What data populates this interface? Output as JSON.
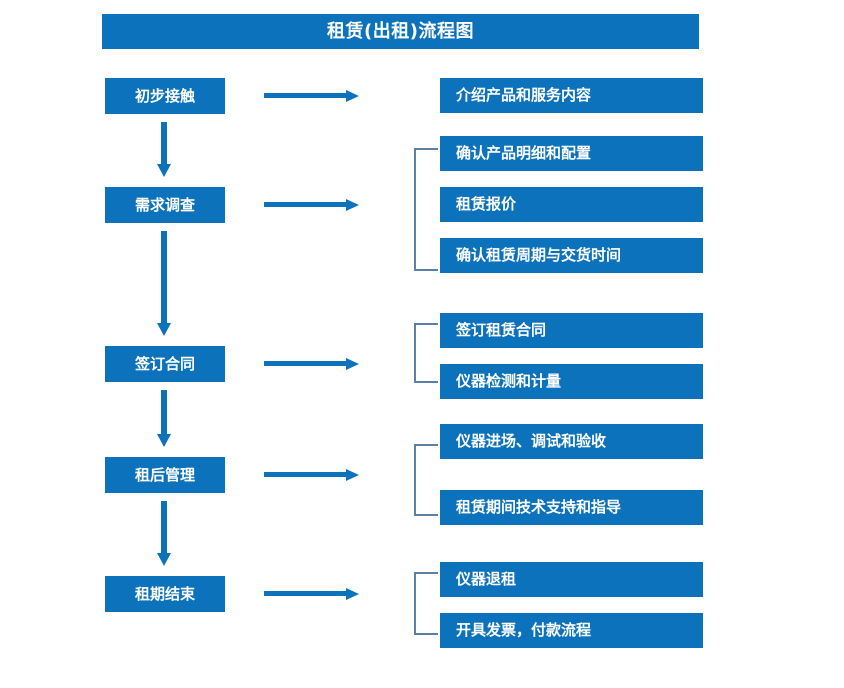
{
  "diagram": {
    "title": "租赁(出租)流程图",
    "colors": {
      "box_blue": "#0d72bc",
      "arrow_blue": "#0d72bc",
      "bracket_gray_blue": "#5b7fa6",
      "text_white": "#ffffff",
      "background": "#ffffff"
    },
    "stages": [
      {
        "id": "stage-1",
        "label": "初步接触"
      },
      {
        "id": "stage-2",
        "label": "需求调查"
      },
      {
        "id": "stage-3",
        "label": "签订合同"
      },
      {
        "id": "stage-4",
        "label": "租后管理"
      },
      {
        "id": "stage-5",
        "label": "租期结束"
      }
    ],
    "details": [
      {
        "id": "detail-1-1",
        "stage": "初步接触",
        "label": "介绍产品和服务内容"
      },
      {
        "id": "detail-2-1",
        "stage": "需求调查",
        "label": "确认产品明细和配置"
      },
      {
        "id": "detail-2-2",
        "stage": "需求调查",
        "label": "租赁报价"
      },
      {
        "id": "detail-2-3",
        "stage": "需求调查",
        "label": "确认租赁周期与交货时间"
      },
      {
        "id": "detail-3-1",
        "stage": "签订合同",
        "label": "签订租赁合同"
      },
      {
        "id": "detail-3-2",
        "stage": "签订合同",
        "label": "仪器检测和计量"
      },
      {
        "id": "detail-4-1",
        "stage": "租后管理",
        "label": "仪器进场、调试和验收"
      },
      {
        "id": "detail-4-2",
        "stage": "租后管理",
        "label": "租赁期间技术支持和指导"
      },
      {
        "id": "detail-5-1",
        "stage": "租期结束",
        "label": "仪器退租"
      },
      {
        "id": "detail-5-2",
        "stage": "租期结束",
        "label": "开具发票，付款流程"
      }
    ],
    "connectors": {
      "horizontal_arrow_count": 5,
      "vertical_arrow_count": 4,
      "bracket_count": 4
    }
  }
}
